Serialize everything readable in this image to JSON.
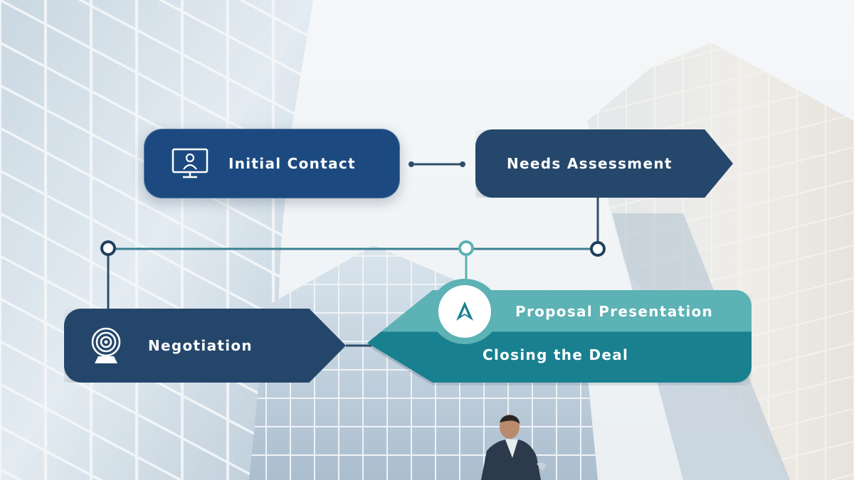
{
  "diagram": {
    "nodes": [
      {
        "id": "initial-contact",
        "label": "Initial Contact",
        "icon": "monitor-user-icon"
      },
      {
        "id": "needs-assessment",
        "label": "Needs Assessment"
      },
      {
        "id": "negotiation",
        "label": "Negotiation",
        "icon": "webcam-icon"
      },
      {
        "id": "proposal-presentation",
        "label": "Proposal Presentation",
        "icon": "navigation-arrow-icon"
      },
      {
        "id": "closing-the-deal",
        "label": "Closing the Deal"
      }
    ],
    "edges": [
      {
        "from": "initial-contact",
        "to": "needs-assessment"
      },
      {
        "from": "needs-assessment",
        "to": "negotiation"
      },
      {
        "from": "negotiation",
        "to": "closing-the-deal"
      }
    ]
  },
  "colors": {
    "navy_dark": "#24466a",
    "navy_blue": "#1c4a80",
    "teal_light": "#5cb2b4",
    "teal_dark": "#19808f",
    "connector": "#2e4e6b"
  }
}
